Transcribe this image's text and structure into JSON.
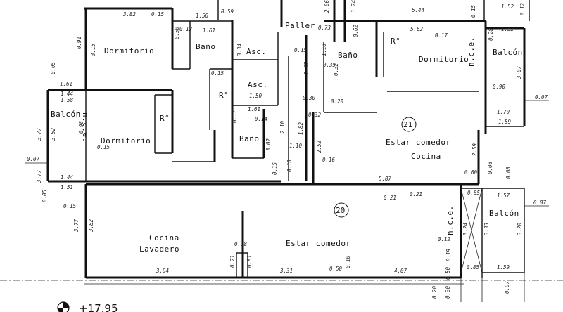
{
  "rooms": {
    "dormitorio_1": "Dormitorio",
    "bano_1": "Baño",
    "asc_1": "Asc.",
    "asc_2": "Asc.",
    "paller": "Paller",
    "bano_2": "Baño",
    "dormitorio_2": "Dormitorio",
    "balcon_1": "Balcón",
    "r_1": "R°",
    "r_2": "R°",
    "balcon_2": "Balcón",
    "dormitorio_3": "Dormitorio",
    "r_3": "R°",
    "estar_1": "Estar comedor",
    "cocina_1": "Cocina",
    "bano_3": "Baño",
    "balcon_3": "Balcón",
    "cocina_lavadero_1": "Cocina",
    "cocina_lavadero_2": "Lavadero",
    "estar_2": "Estar comedor",
    "nce_1": "n.c.e.",
    "nce_2": "n.c.e.",
    "nce_3": "n.c.e."
  },
  "units": {
    "u21": "21",
    "u20": "20"
  },
  "level": "+17.95",
  "dims": [
    "3.82",
    "0.15",
    "1.56",
    "0.59",
    "2.06",
    "1.74",
    "5.44",
    "0.15",
    "0.12",
    "0.50",
    "0.12",
    "1.61",
    "0.73",
    "5.62",
    "0.17",
    "1.52",
    "0.28",
    "3.15",
    "0.91",
    "3.34",
    "0.15",
    "1.18",
    "0.62",
    "0.32",
    "3.07",
    "0.35",
    "0.05",
    "1.61",
    "1.44",
    "1.58",
    "0.15",
    "1.50",
    "2.37",
    "0.30",
    "0.20",
    "0.90",
    "0.07",
    "1.61",
    "0.17",
    "0.14",
    "2.10",
    "1.82",
    "0.32",
    "1.70",
    "1.59",
    "3.77",
    "3.52",
    "0.15",
    "3.02",
    "1.10",
    "2.52",
    "0.16",
    "2.59",
    "0.07",
    "1.51",
    "1.44",
    "0.18",
    "5.87",
    "0.60",
    "0.08",
    "0.05",
    "0.15",
    "0.21",
    "0.85",
    "1.57",
    "0.07",
    "3.77",
    "3.82",
    "0.28",
    "0.12",
    "3.24",
    "3.33",
    "3.20",
    "3.94",
    "0.71",
    "0.81",
    "3.31",
    "0.50",
    "0.10",
    "4.07",
    "0.19",
    "0.85",
    "1.59",
    "0.20",
    "0.30",
    "0.50",
    "0.97",
    "0.08",
    "0.15",
    "0.98",
    "3.77",
    "1.52",
    "0.21"
  ]
}
